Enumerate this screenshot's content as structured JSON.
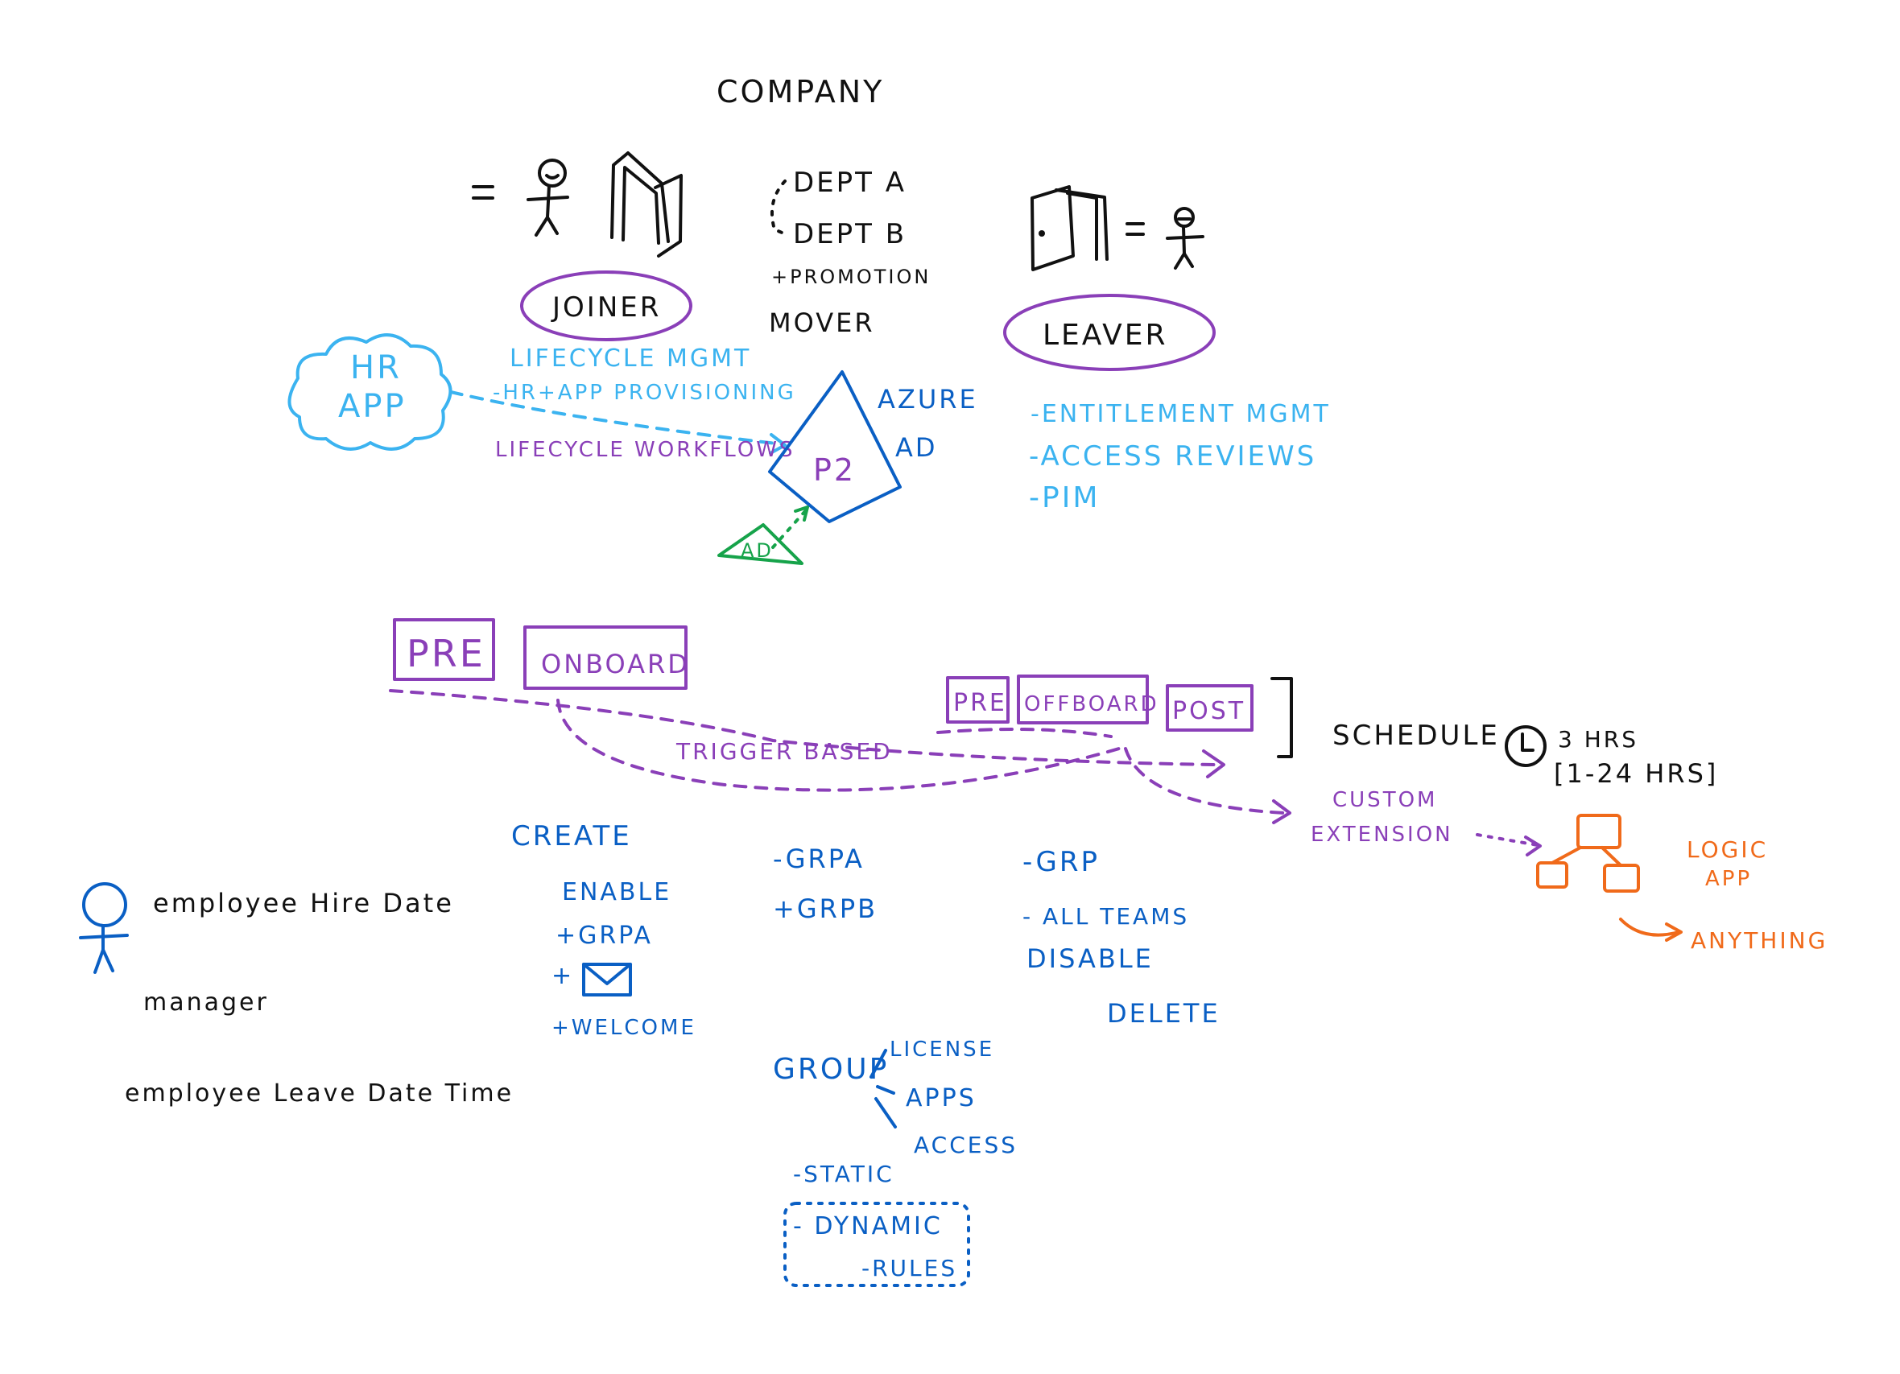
{
  "title": "COMPANY",
  "joiner": {
    "label": "JOINER"
  },
  "mover": {
    "dept_a": "DEPT A",
    "dept_b": "DEPT B",
    "promotion": "+PROMOTION",
    "label": "MOVER"
  },
  "leaver": {
    "label": "LEAVER"
  },
  "hr_app": {
    "line1": "HR",
    "line2": "APP"
  },
  "lifecycle": {
    "mgmt": "LIFECYCLE MGMT",
    "provisioning": "-HR+APP PROVISIONING",
    "workflows": "LIFECYCLE WORKFLOWS"
  },
  "azure": {
    "line1": "AZURE",
    "line2": "AD",
    "p2": "P2",
    "ad": "AD"
  },
  "leaver_features": [
    "-ENTITLEMENT MGMT",
    "-ACCESS REVIEWS",
    "-PIM"
  ],
  "stages": {
    "pre": "PRE",
    "onboard": "ONBOARD",
    "pre_small": "PRE",
    "offboard": "OFFBOARD",
    "post": "POST"
  },
  "trigger": "TRIGGER BASED",
  "schedule": {
    "label": "SCHEDULE",
    "hrs": "3 HRS",
    "range": "[1-24 HRS]"
  },
  "custom_extension": {
    "line1": "CUSTOM",
    "line2": "EXTENSION"
  },
  "logic_app": {
    "line1": "LOGIC",
    "line2": "APP",
    "anything": "ANYTHING"
  },
  "attributes": [
    "employee Hire Date",
    "manager",
    "employee Leave Date Time"
  ],
  "create_list": [
    "CREATE",
    "ENABLE",
    "+GRPA",
    "+",
    "+WELCOME"
  ],
  "mover_list": [
    "-GRPA",
    "+GRPB"
  ],
  "leaver_list": [
    "-GRP",
    "- ALL TEAMS",
    "DISABLE",
    "DELETE"
  ],
  "group": {
    "label": "GROUP",
    "items": [
      "LICENSE",
      "APPS",
      "ACCESS"
    ],
    "static": "-STATIC",
    "dynamic": "- DYNAMIC",
    "rules": "-RULES"
  },
  "colors": {
    "black": "#111111",
    "purple": "#8a3fb8",
    "light_blue": "#3bb3f0",
    "dark_blue": "#0a5fc4",
    "green": "#16a34a",
    "orange": "#f06a1a"
  },
  "icons": [
    "stick-figure-icon",
    "open-door-icon",
    "closed-door-icon",
    "cloud-icon",
    "triangle-icon",
    "clock-icon",
    "envelope-icon",
    "logic-app-icon",
    "person-icon"
  ]
}
